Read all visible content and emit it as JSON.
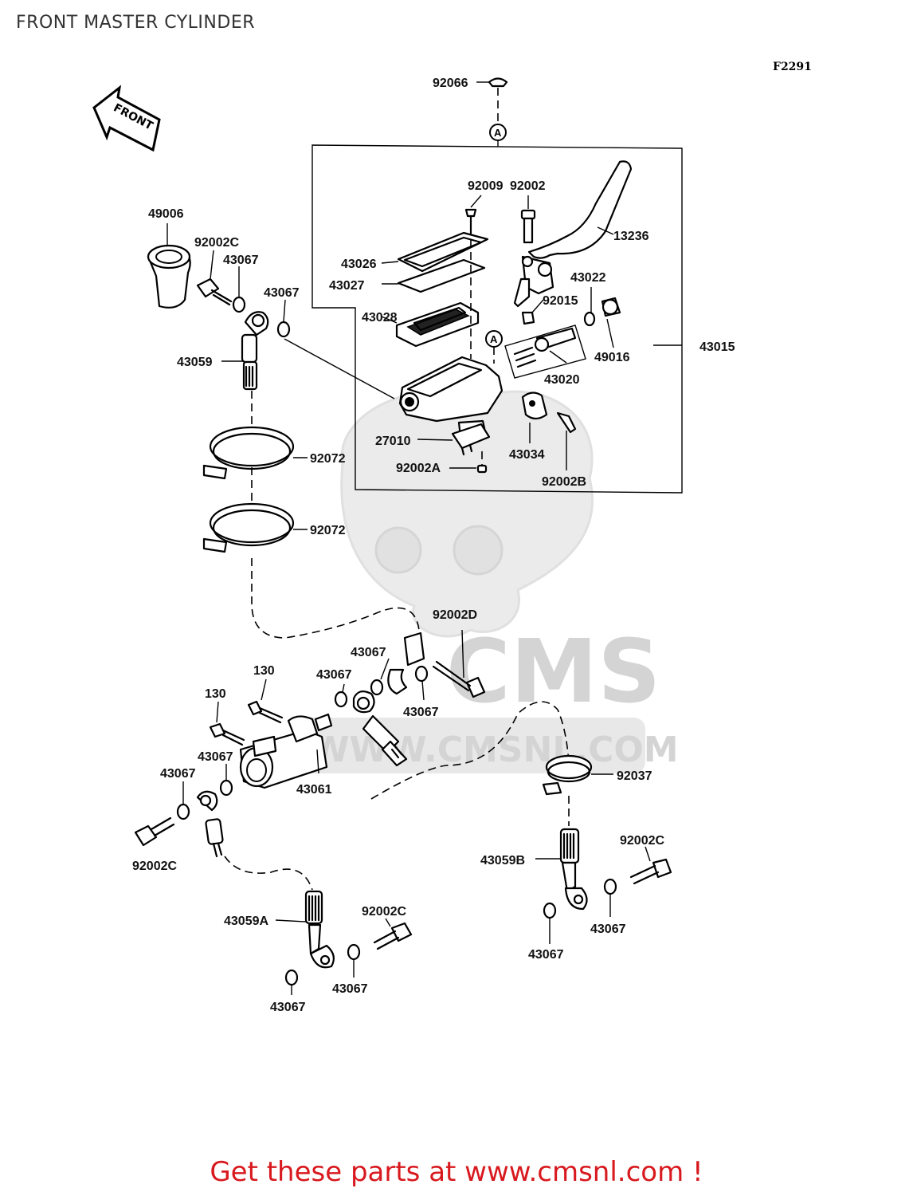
{
  "title": "FRONT MASTER CYLINDER",
  "figure_code": "F2291",
  "front_arrow": "FRONT",
  "ref_marker": "A",
  "watermark": {
    "brand": "CMS",
    "url": "WWW.CMSNL.COM"
  },
  "promo": "Get these parts at www.cmsnl.com !",
  "parts": {
    "p92066": "92066",
    "p92009": "92009",
    "p92002_top": "92002",
    "p13236": "13236",
    "p49006": "49006",
    "p92002C_top": "92002C",
    "p43067_a": "43067",
    "p43067_b": "43067",
    "p43026": "43026",
    "p43027": "43027",
    "p43028": "43028",
    "p43022": "43022",
    "p92015": "92015",
    "p43015": "43015",
    "p49016": "49016",
    "p43059": "43059",
    "p43020": "43020",
    "p27010": "27010",
    "p43034": "43034",
    "p92002A": "92002A",
    "p92002B": "92002B",
    "p92072_a": "92072",
    "p92072_b": "92072",
    "p92002D": "92002D",
    "p43067_c": "43067",
    "p130_a": "130",
    "p43067_d": "43067",
    "p130_b": "130",
    "p43067_e": "43067",
    "p43067_f": "43067",
    "p43061": "43061",
    "p92037": "92037",
    "p43067_g": "43067",
    "p92002C_left": "92002C",
    "p92002C_right": "92002C",
    "p43059B": "43059B",
    "p92002C_bottom": "92002C",
    "p43059A": "43059A",
    "p43067_h": "43067",
    "p43067_i": "43067",
    "p43067_j": "43067",
    "p43067_k": "43067"
  }
}
